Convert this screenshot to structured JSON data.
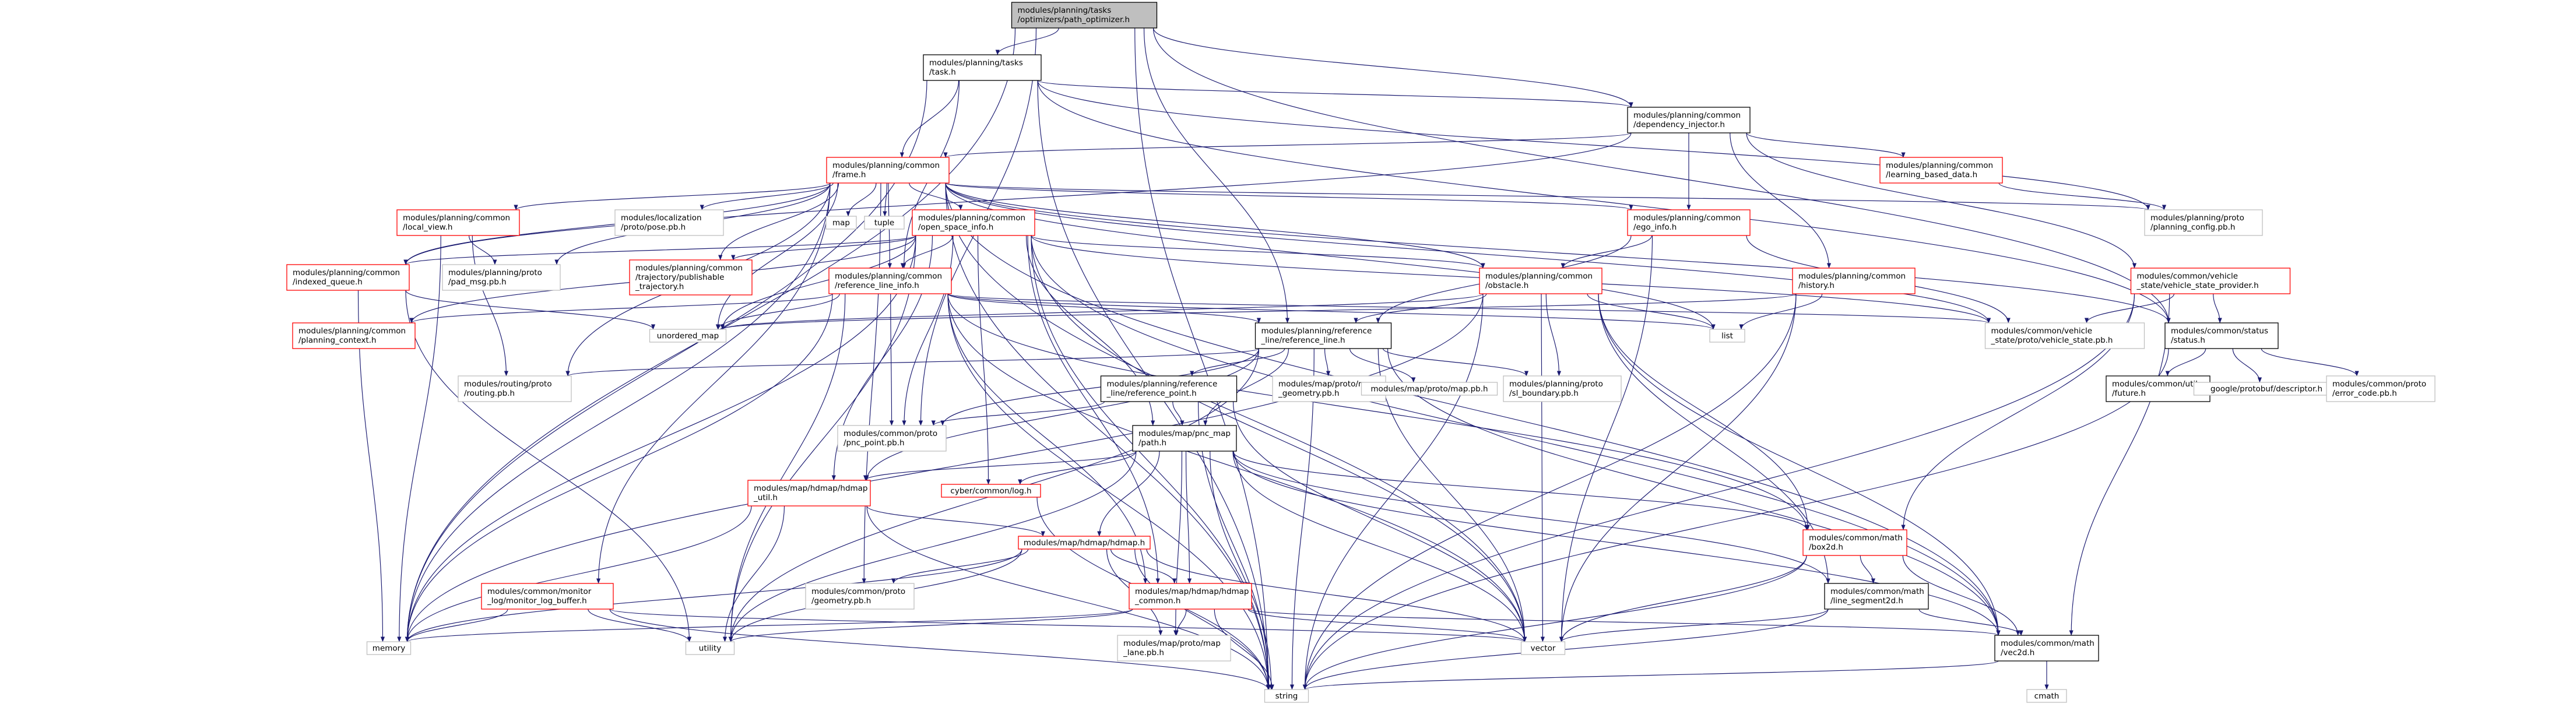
{
  "colors": {
    "edge": "#191970",
    "root_fill": "#bfbfbf",
    "root_border": "#000000",
    "documented_border": "#000000",
    "red_border": "#ff0000",
    "system_border": "#bfbfbf",
    "fill": "#ffffff"
  },
  "graph": {
    "nodes": [
      {
        "id": "root",
        "lines": [
          "modules/planning/tasks",
          "/optimizers/path_optimizer.h"
        ],
        "kind": "root"
      },
      {
        "id": "task",
        "lines": [
          "modules/planning/tasks",
          "/task.h"
        ],
        "kind": "doc"
      },
      {
        "id": "depinj",
        "lines": [
          "modules/planning/common",
          "/dependency_injector.h"
        ],
        "kind": "doc"
      },
      {
        "id": "frame",
        "lines": [
          "modules/planning/common",
          "/frame.h"
        ],
        "kind": "red"
      },
      {
        "id": "learning",
        "lines": [
          "modules/planning/common",
          "/learning_based_data.h"
        ],
        "kind": "red"
      },
      {
        "id": "local_view",
        "lines": [
          "modules/planning/common",
          "/local_view.h"
        ],
        "kind": "red"
      },
      {
        "id": "pose",
        "lines": [
          "modules/localization",
          "/proto/pose.pb.h"
        ],
        "kind": "sys"
      },
      {
        "id": "map",
        "lines": [
          "map"
        ],
        "kind": "sys"
      },
      {
        "id": "tuple",
        "lines": [
          "tuple"
        ],
        "kind": "sys"
      },
      {
        "id": "open_space",
        "lines": [
          "modules/planning/common",
          "/open_space_info.h"
        ],
        "kind": "red"
      },
      {
        "id": "ego_info",
        "lines": [
          "modules/planning/common",
          "/ego_info.h"
        ],
        "kind": "red"
      },
      {
        "id": "planning_config",
        "lines": [
          "modules/planning/proto",
          "/planning_config.pb.h"
        ],
        "kind": "sys"
      },
      {
        "id": "indexed_queue",
        "lines": [
          "modules/planning/common",
          "/indexed_queue.h"
        ],
        "kind": "red"
      },
      {
        "id": "pad_msg",
        "lines": [
          "modules/planning/proto",
          "/pad_msg.pb.h"
        ],
        "kind": "sys"
      },
      {
        "id": "pub_traj",
        "lines": [
          "modules/planning/common",
          "/trajectory/publishable",
          "_trajectory.h"
        ],
        "kind": "red"
      },
      {
        "id": "ref_line_info",
        "lines": [
          "modules/planning/common",
          "/reference_line_info.h"
        ],
        "kind": "red"
      },
      {
        "id": "obstacle",
        "lines": [
          "modules/planning/common",
          "/obstacle.h"
        ],
        "kind": "red"
      },
      {
        "id": "history",
        "lines": [
          "modules/planning/common",
          "/history.h"
        ],
        "kind": "red"
      },
      {
        "id": "veh_provider",
        "lines": [
          "modules/common/vehicle",
          "_state/vehicle_state_provider.h"
        ],
        "kind": "red"
      },
      {
        "id": "planning_context",
        "lines": [
          "modules/planning/common",
          "/planning_context.h"
        ],
        "kind": "red"
      },
      {
        "id": "unordered_map",
        "lines": [
          "unordered_map"
        ],
        "kind": "sys"
      },
      {
        "id": "list",
        "lines": [
          "list"
        ],
        "kind": "sys"
      },
      {
        "id": "vehicle_state_pb",
        "lines": [
          "modules/common/vehicle",
          "_state/proto/vehicle_state.pb.h"
        ],
        "kind": "sys"
      },
      {
        "id": "status",
        "lines": [
          "modules/common/status",
          "/status.h"
        ],
        "kind": "doc"
      },
      {
        "id": "ref_line",
        "lines": [
          "modules/planning/reference",
          "_line/reference_line.h"
        ],
        "kind": "doc"
      },
      {
        "id": "routing",
        "lines": [
          "modules/routing/proto",
          "/routing.pb.h"
        ],
        "kind": "sys"
      },
      {
        "id": "ref_point",
        "lines": [
          "modules/planning/reference",
          "_line/reference_point.h"
        ],
        "kind": "doc"
      },
      {
        "id": "map_geometry",
        "lines": [
          "modules/map/proto/map",
          "_geometry.pb.h"
        ],
        "kind": "sys"
      },
      {
        "id": "map_pb",
        "lines": [
          "modules/map/proto/map.pb.h"
        ],
        "kind": "sys"
      },
      {
        "id": "sl_boundary",
        "lines": [
          "modules/planning/proto",
          "/sl_boundary.pb.h"
        ],
        "kind": "sys"
      },
      {
        "id": "future",
        "lines": [
          "modules/common/util",
          "/future.h"
        ],
        "kind": "doc"
      },
      {
        "id": "descriptor",
        "lines": [
          "google/protobuf/descriptor.h"
        ],
        "kind": "sys"
      },
      {
        "id": "error_code",
        "lines": [
          "modules/common/proto",
          "/error_code.pb.h"
        ],
        "kind": "sys"
      },
      {
        "id": "pnc_point",
        "lines": [
          "modules/common/proto",
          "/pnc_point.pb.h"
        ],
        "kind": "sys"
      },
      {
        "id": "pnc_path",
        "lines": [
          "modules/map/pnc_map",
          "/path.h"
        ],
        "kind": "doc"
      },
      {
        "id": "hdmap_util",
        "lines": [
          "modules/map/hdmap/hdmap",
          "_util.h"
        ],
        "kind": "red"
      },
      {
        "id": "cyber_log",
        "lines": [
          "cyber/common/log.h"
        ],
        "kind": "red"
      },
      {
        "id": "hdmap",
        "lines": [
          "modules/map/hdmap/hdmap.h"
        ],
        "kind": "red"
      },
      {
        "id": "box2d",
        "lines": [
          "modules/common/math",
          "/box2d.h"
        ],
        "kind": "red"
      },
      {
        "id": "monitor_log",
        "lines": [
          "modules/common/monitor",
          "_log/monitor_log_buffer.h"
        ],
        "kind": "red"
      },
      {
        "id": "geometry",
        "lines": [
          "modules/common/proto",
          "/geometry.pb.h"
        ],
        "kind": "sys"
      },
      {
        "id": "hdmap_common",
        "lines": [
          "modules/map/hdmap/hdmap",
          "_common.h"
        ],
        "kind": "red"
      },
      {
        "id": "line_segment",
        "lines": [
          "modules/common/math",
          "/line_segment2d.h"
        ],
        "kind": "doc"
      },
      {
        "id": "memory",
        "lines": [
          "memory"
        ],
        "kind": "sys"
      },
      {
        "id": "utility",
        "lines": [
          "utility"
        ],
        "kind": "sys"
      },
      {
        "id": "lane",
        "lines": [
          "modules/map/proto/map",
          "_lane.pb.h"
        ],
        "kind": "sys"
      },
      {
        "id": "vector",
        "lines": [
          "vector"
        ],
        "kind": "sys"
      },
      {
        "id": "vec2d",
        "lines": [
          "modules/common/math",
          "/vec2d.h"
        ],
        "kind": "doc"
      },
      {
        "id": "string",
        "lines": [
          "string"
        ],
        "kind": "sys"
      },
      {
        "id": "cmath",
        "lines": [
          "cmath"
        ],
        "kind": "sys"
      }
    ],
    "edges": [
      [
        "root",
        "task"
      ],
      [
        "root",
        "depinj"
      ],
      [
        "root",
        "ref_line"
      ],
      [
        "root",
        "status"
      ],
      [
        "root",
        "memory"
      ],
      [
        "root",
        "string"
      ],
      [
        "root",
        "pnc_point"
      ],
      [
        "task",
        "frame"
      ],
      [
        "task",
        "depinj"
      ],
      [
        "task",
        "planning_config"
      ],
      [
        "task",
        "status"
      ],
      [
        "task",
        "memory"
      ],
      [
        "task",
        "string"
      ],
      [
        "task",
        "ref_line_info"
      ],
      [
        "depinj",
        "frame"
      ],
      [
        "depinj",
        "learning"
      ],
      [
        "depinj",
        "ego_info"
      ],
      [
        "depinj",
        "history"
      ],
      [
        "depinj",
        "veh_provider"
      ],
      [
        "depinj",
        "indexed_queue"
      ],
      [
        "frame",
        "local_view"
      ],
      [
        "frame",
        "pose"
      ],
      [
        "frame",
        "map"
      ],
      [
        "frame",
        "tuple"
      ],
      [
        "frame",
        "open_space"
      ],
      [
        "frame",
        "ego_info"
      ],
      [
        "frame",
        "planning_config"
      ],
      [
        "frame",
        "indexed_queue"
      ],
      [
        "frame",
        "pad_msg"
      ],
      [
        "frame",
        "pub_traj"
      ],
      [
        "frame",
        "ref_line_info"
      ],
      [
        "frame",
        "obstacle"
      ],
      [
        "frame",
        "status"
      ],
      [
        "frame",
        "vehicle_state_pb"
      ],
      [
        "frame",
        "monitor_log"
      ],
      [
        "frame",
        "memory"
      ],
      [
        "frame",
        "string"
      ],
      [
        "frame",
        "vector"
      ],
      [
        "frame",
        "list"
      ],
      [
        "frame",
        "unordered_map"
      ],
      [
        "frame",
        "geometry"
      ],
      [
        "frame",
        "routing"
      ],
      [
        "frame",
        "vec2d"
      ],
      [
        "learning",
        "planning_config"
      ],
      [
        "local_view",
        "routing"
      ],
      [
        "local_view",
        "memory"
      ],
      [
        "local_view",
        "pad_msg"
      ],
      [
        "open_space",
        "pub_traj"
      ],
      [
        "open_space",
        "ref_line_info"
      ],
      [
        "open_space",
        "obstacle"
      ],
      [
        "open_space",
        "indexed_queue"
      ],
      [
        "open_space",
        "planning_context"
      ],
      [
        "open_space",
        "vehicle_state_pb"
      ],
      [
        "open_space",
        "pnc_path"
      ],
      [
        "open_space",
        "hdmap_util"
      ],
      [
        "open_space",
        "cyber_log"
      ],
      [
        "open_space",
        "hdmap_common"
      ],
      [
        "open_space",
        "utility"
      ],
      [
        "open_space",
        "string"
      ],
      [
        "open_space",
        "vector"
      ],
      [
        "open_space",
        "memory"
      ],
      [
        "open_space",
        "unordered_map"
      ],
      [
        "open_space",
        "vec2d"
      ],
      [
        "open_space",
        "pnc_point"
      ],
      [
        "ego_info",
        "obstacle"
      ],
      [
        "ego_info",
        "ref_line"
      ],
      [
        "ego_info",
        "vehicle_state_pb"
      ],
      [
        "ego_info",
        "vector"
      ],
      [
        "indexed_queue",
        "unordered_map"
      ],
      [
        "indexed_queue",
        "utility"
      ],
      [
        "indexed_queue",
        "memory"
      ],
      [
        "ref_line_info",
        "planning_context"
      ],
      [
        "ref_line_info",
        "unordered_map"
      ],
      [
        "ref_line_info",
        "list"
      ],
      [
        "ref_line_info",
        "vehicle_state_pb"
      ],
      [
        "ref_line_info",
        "ref_line"
      ],
      [
        "ref_line_info",
        "pnc_point"
      ],
      [
        "ref_line_info",
        "string"
      ],
      [
        "ref_line_info",
        "vector"
      ],
      [
        "ref_line_info",
        "memory"
      ],
      [
        "ref_line_info",
        "utility"
      ],
      [
        "ref_line_info",
        "hdmap_common"
      ],
      [
        "ref_line_info",
        "box2d"
      ],
      [
        "obstacle",
        "list"
      ],
      [
        "obstacle",
        "ref_line"
      ],
      [
        "obstacle",
        "sl_boundary"
      ],
      [
        "obstacle",
        "box2d"
      ],
      [
        "obstacle",
        "vec2d"
      ],
      [
        "obstacle",
        "string"
      ],
      [
        "obstacle",
        "vector"
      ],
      [
        "obstacle",
        "memory"
      ],
      [
        "obstacle",
        "unordered_map"
      ],
      [
        "obstacle",
        "line_segment"
      ],
      [
        "history",
        "list"
      ],
      [
        "history",
        "unordered_map"
      ],
      [
        "history",
        "string"
      ],
      [
        "history",
        "vector"
      ],
      [
        "veh_provider",
        "vehicle_state_pb"
      ],
      [
        "veh_provider",
        "status"
      ],
      [
        "veh_provider",
        "box2d"
      ],
      [
        "veh_provider",
        "vec2d"
      ],
      [
        "veh_provider",
        "string"
      ],
      [
        "status",
        "future"
      ],
      [
        "status",
        "descriptor"
      ],
      [
        "status",
        "error_code"
      ],
      [
        "status",
        "string"
      ],
      [
        "ref_line",
        "ref_point"
      ],
      [
        "ref_line",
        "map_geometry"
      ],
      [
        "ref_line",
        "map_pb"
      ],
      [
        "ref_line",
        "sl_boundary"
      ],
      [
        "ref_line",
        "routing"
      ],
      [
        "ref_line",
        "pnc_path"
      ],
      [
        "ref_line",
        "pnc_point"
      ],
      [
        "ref_line",
        "vec2d"
      ],
      [
        "ref_line",
        "vector"
      ],
      [
        "ref_line",
        "string"
      ],
      [
        "ref_line",
        "utility"
      ],
      [
        "ref_line",
        "hdmap_util"
      ],
      [
        "ref_point",
        "pnc_point"
      ],
      [
        "ref_point",
        "pnc_path"
      ],
      [
        "ref_point",
        "string"
      ],
      [
        "ref_point",
        "vector"
      ],
      [
        "pnc_path",
        "hdmap_util"
      ],
      [
        "pnc_path",
        "cyber_log"
      ],
      [
        "pnc_path",
        "hdmap"
      ],
      [
        "pnc_path",
        "hdmap_common"
      ],
      [
        "pnc_path",
        "box2d"
      ],
      [
        "pnc_path",
        "line_segment"
      ],
      [
        "pnc_path",
        "vec2d"
      ],
      [
        "pnc_path",
        "vector"
      ],
      [
        "pnc_path",
        "string"
      ],
      [
        "pnc_path",
        "utility"
      ],
      [
        "pnc_path",
        "lane"
      ],
      [
        "hdmap_util",
        "hdmap"
      ],
      [
        "hdmap_util",
        "memory"
      ],
      [
        "hdmap_util",
        "string"
      ],
      [
        "hdmap_util",
        "utility"
      ],
      [
        "cyber_log",
        "string"
      ],
      [
        "hdmap",
        "hdmap_common"
      ],
      [
        "hdmap",
        "geometry"
      ],
      [
        "hdmap",
        "lane"
      ],
      [
        "hdmap",
        "memory"
      ],
      [
        "hdmap",
        "string"
      ],
      [
        "hdmap",
        "vector"
      ],
      [
        "hdmap",
        "utility"
      ],
      [
        "hdmap_common",
        "lane"
      ],
      [
        "hdmap_common",
        "string"
      ],
      [
        "hdmap_common",
        "vector"
      ],
      [
        "hdmap_common",
        "utility"
      ],
      [
        "hdmap_common",
        "memory"
      ],
      [
        "hdmap_common",
        "vec2d"
      ],
      [
        "box2d",
        "line_segment"
      ],
      [
        "box2d",
        "vec2d"
      ],
      [
        "box2d",
        "vector"
      ],
      [
        "box2d",
        "string"
      ],
      [
        "monitor_log",
        "memory"
      ],
      [
        "monitor_log",
        "utility"
      ],
      [
        "monitor_log",
        "string"
      ],
      [
        "monitor_log",
        "vector"
      ],
      [
        "line_segment",
        "vec2d"
      ],
      [
        "line_segment",
        "string"
      ],
      [
        "line_segment",
        "vector"
      ],
      [
        "vec2d",
        "cmath"
      ],
      [
        "vec2d",
        "string"
      ]
    ]
  }
}
